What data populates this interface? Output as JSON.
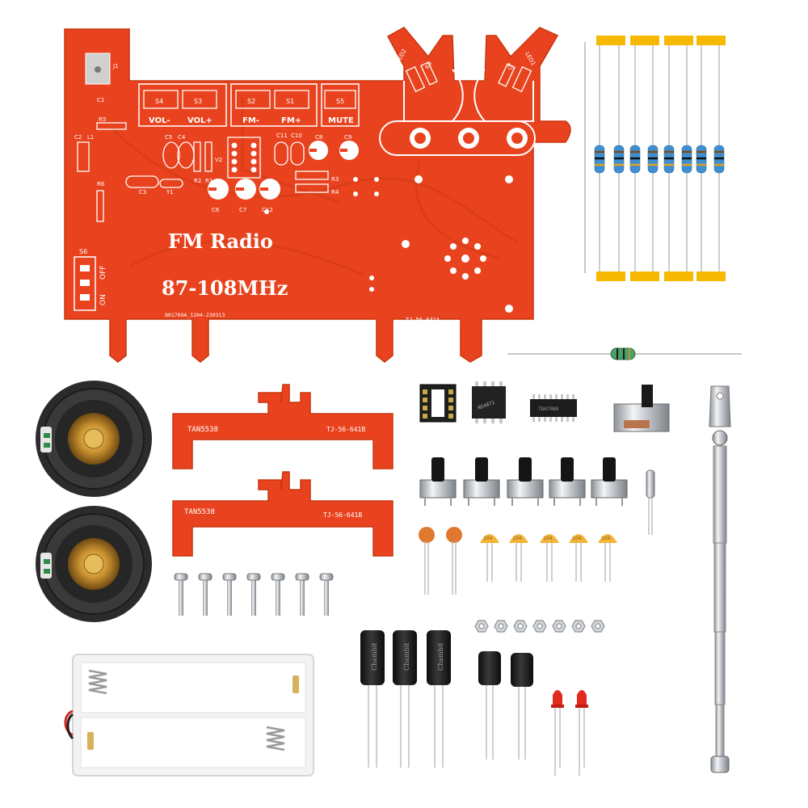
{
  "pcb": {
    "title": "FM Radio",
    "frequency": "87-108MHz",
    "serial": "801769A_1204-230313",
    "board_code": "TJ-56-641A",
    "buttons": [
      {
        "id": "S4",
        "group": "VOL-"
      },
      {
        "id": "S3",
        "group": "VOL+"
      },
      {
        "id": "S2",
        "group": "FM-"
      },
      {
        "id": "S1",
        "group": "FM+"
      },
      {
        "id": "S5",
        "group": "MUTE"
      }
    ],
    "group_labels": [
      "VOL-",
      "VOL+",
      "FM-",
      "FM+",
      "MUTE"
    ],
    "switch": {
      "id": "S6",
      "on": "ON",
      "off": "OFF"
    },
    "designators": [
      "J1",
      "C1",
      "R5",
      "C2",
      "L1",
      "R6",
      "C3",
      "Y1",
      "C5",
      "C4",
      "V2",
      "R2",
      "R1",
      "C6",
      "C7",
      "C12",
      "C11",
      "C10",
      "C8",
      "C9",
      "R3",
      "R4",
      "LED2",
      "R8",
      "R7",
      "LED1"
    ]
  },
  "brackets": [
    {
      "left_label": "TAN5538",
      "right_label": "TJ-56-641B"
    },
    {
      "left_label": "TAN5538",
      "right_label": "TJ-56-641B"
    }
  ],
  "ic_markings": [
    "TDA7088",
    "NS4871"
  ],
  "cap_markings": [
    "104",
    "104",
    "104",
    "104",
    "104"
  ],
  "electrolytic_brand": "Chambit",
  "colors": {
    "pcb": "#e8431e",
    "pcb_dark": "#c8360f",
    "silkscreen": "#ffffff",
    "resistor_tape": "#f6b800",
    "resistor_body": "#3f8fd0",
    "ceramic_cap": "#f3b43a",
    "disc_cap": "#e07830",
    "speaker": "#2b2b2b",
    "speaker_center": "#d6a13a",
    "electrolytic": "#1a1a1a",
    "led": "#e22a1f",
    "antenna": "#c9ccd0",
    "battery_box": "#f3f3f3"
  }
}
